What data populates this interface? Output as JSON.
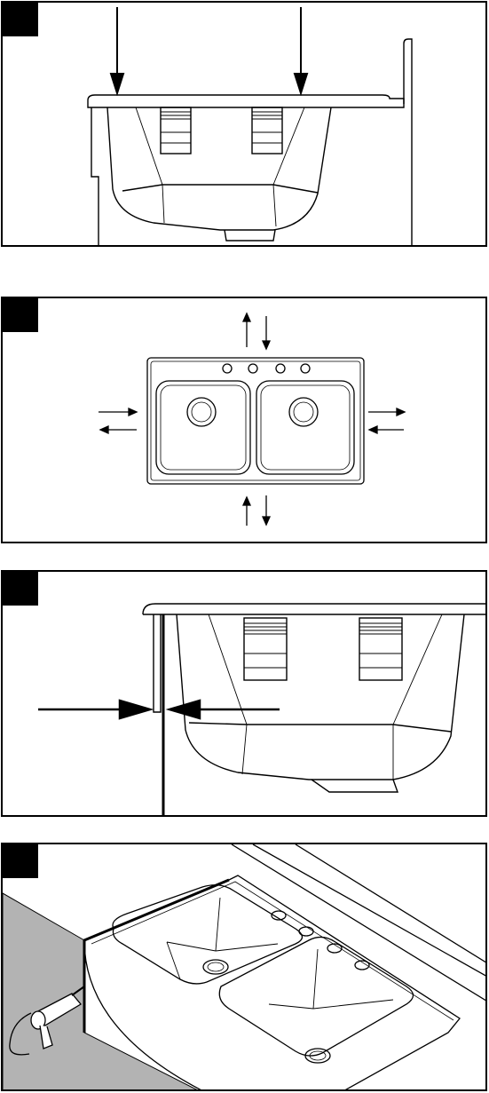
{
  "panels": [
    {
      "id": "step-1",
      "illustration": "sink-lowered-into-countertop-cutout"
    },
    {
      "id": "step-2",
      "illustration": "sink-centered-in-cutout"
    },
    {
      "id": "step-3",
      "illustration": "sink-rim-flush-against-countertop-edge"
    },
    {
      "id": "step-4",
      "illustration": "caulk-applied-around-sink-rim"
    }
  ],
  "colors": {
    "line": "#000000",
    "badge": "#000000",
    "countertop": "#b3b3b3",
    "background": "#ffffff"
  }
}
